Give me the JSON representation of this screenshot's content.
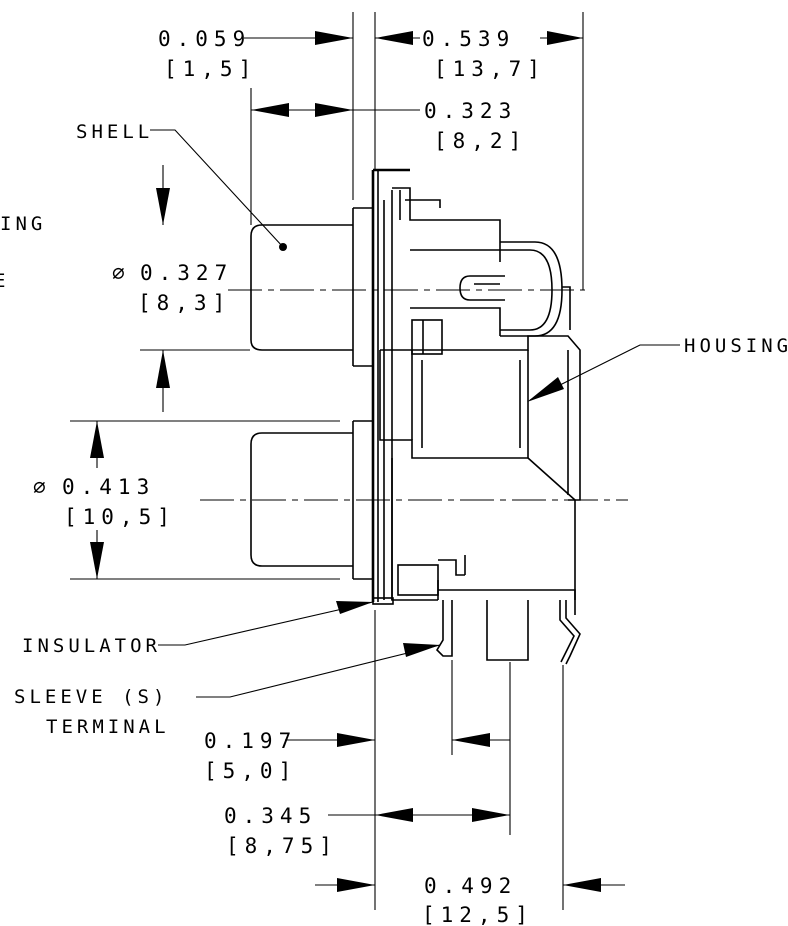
{
  "labels": {
    "shell": "SHELL",
    "housing": "HOUSING",
    "insulator": "INSULATOR",
    "sleeve_line1": "SLEEVE (S)",
    "sleeve_line2": "TERMINAL",
    "clipped_left_1": "ING",
    "clipped_left_2": "E"
  },
  "dimensions": {
    "d_0059": {
      "inch": "0.059",
      "mm": "[1,5]"
    },
    "d_0539": {
      "inch": "0.539",
      "mm": "[13,7]"
    },
    "d_0323": {
      "inch": "0.323",
      "mm": "[8,2]"
    },
    "dia_0327": {
      "symbol": "∅",
      "inch": "0.327",
      "mm": "[8,3]"
    },
    "dia_0413": {
      "symbol": "∅",
      "inch": "0.413",
      "mm": "[10,5]"
    },
    "d_0197": {
      "inch": "0.197",
      "mm": "[5,0]"
    },
    "d_0345": {
      "inch": "0.345",
      "mm": "[8,75]"
    },
    "d_0492": {
      "inch": "0.492",
      "mm": "[12,5]"
    }
  }
}
